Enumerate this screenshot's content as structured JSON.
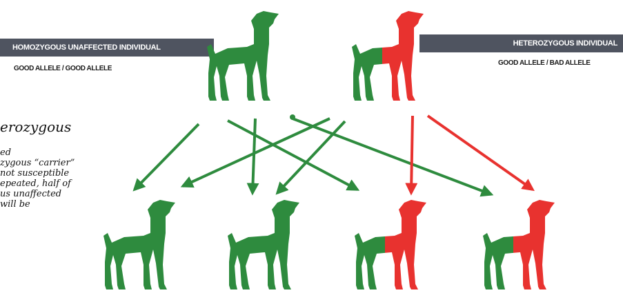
{
  "banners": {
    "left_title": "HOMOZYGOUS UNAFFECTED INDIVIDUAL",
    "left_alleles": "GOOD ALLELE / GOOD ALLELE",
    "right_title": "HETEROZYGOUS INDIVIDUAL",
    "right_alleles": "GOOD ALLELE / BAD ALLELE"
  },
  "side_text": {
    "heading": "erozygous",
    "lines": [
      "ed",
      "zygous “carrier”",
      "not susceptible",
      "epeated, half of",
      "us unaffected",
      "will be"
    ]
  },
  "colors": {
    "unaffected_green": "#2e8b3e",
    "bad_allele_red": "#e8322f",
    "banner_gray": "#4f5460"
  },
  "icons": {
    "parent_left": "dog-silhouette-icon",
    "parent_right": "half-red-dog-silhouette-icon",
    "offspring": [
      "dog-silhouette-icon",
      "dog-silhouette-icon",
      "half-red-dog-silhouette-icon",
      "half-red-dog-silhouette-icon"
    ]
  }
}
